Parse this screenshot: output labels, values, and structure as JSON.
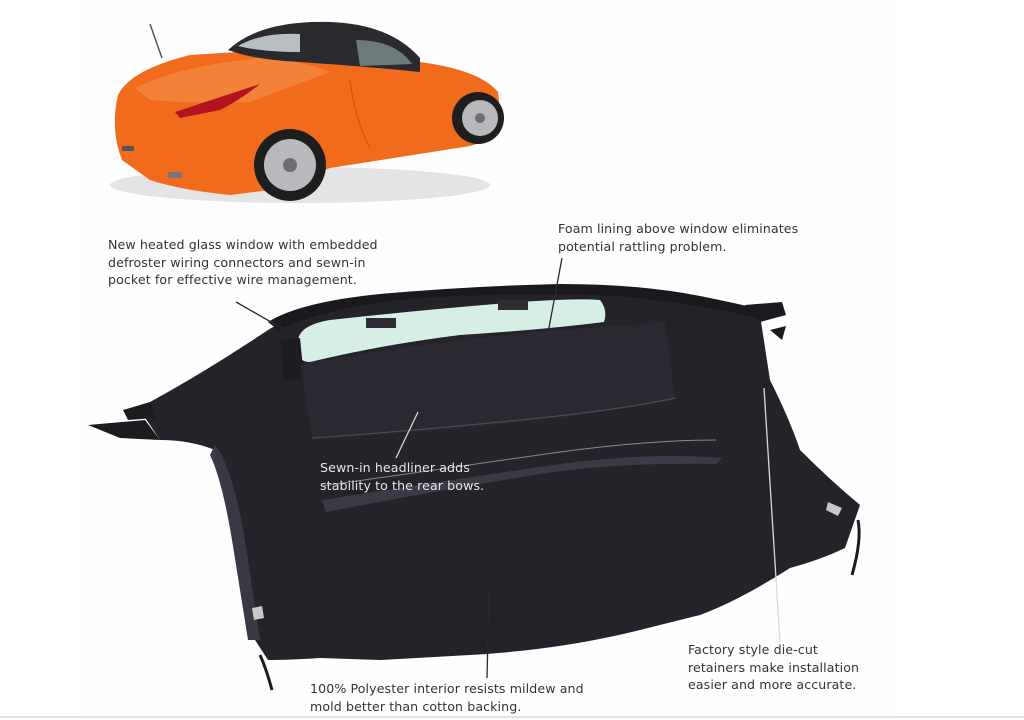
{
  "image": {
    "subject": "Convertible soft top with heated glass window",
    "vehicle_color": "#f26b1d",
    "top_color": "#26232a",
    "glass_color": "#d6efe6"
  },
  "callouts": [
    {
      "id": "heated-glass",
      "text": "New heated glass window with embedded\ndefroster wiring connectors and sewn-in\npocket for effective wire management."
    },
    {
      "id": "foam-lining",
      "text": "Foam lining above window eliminates\npotential rattling problem."
    },
    {
      "id": "headliner",
      "text": "Sewn-in headliner adds\nstability to the rear bows."
    },
    {
      "id": "retainers",
      "text": "Factory style die-cut\nretainers make installation\neasier and more accurate."
    },
    {
      "id": "polyester",
      "text": "100% Polyester interior resists mildew and\nmold better than cotton backing."
    }
  ]
}
